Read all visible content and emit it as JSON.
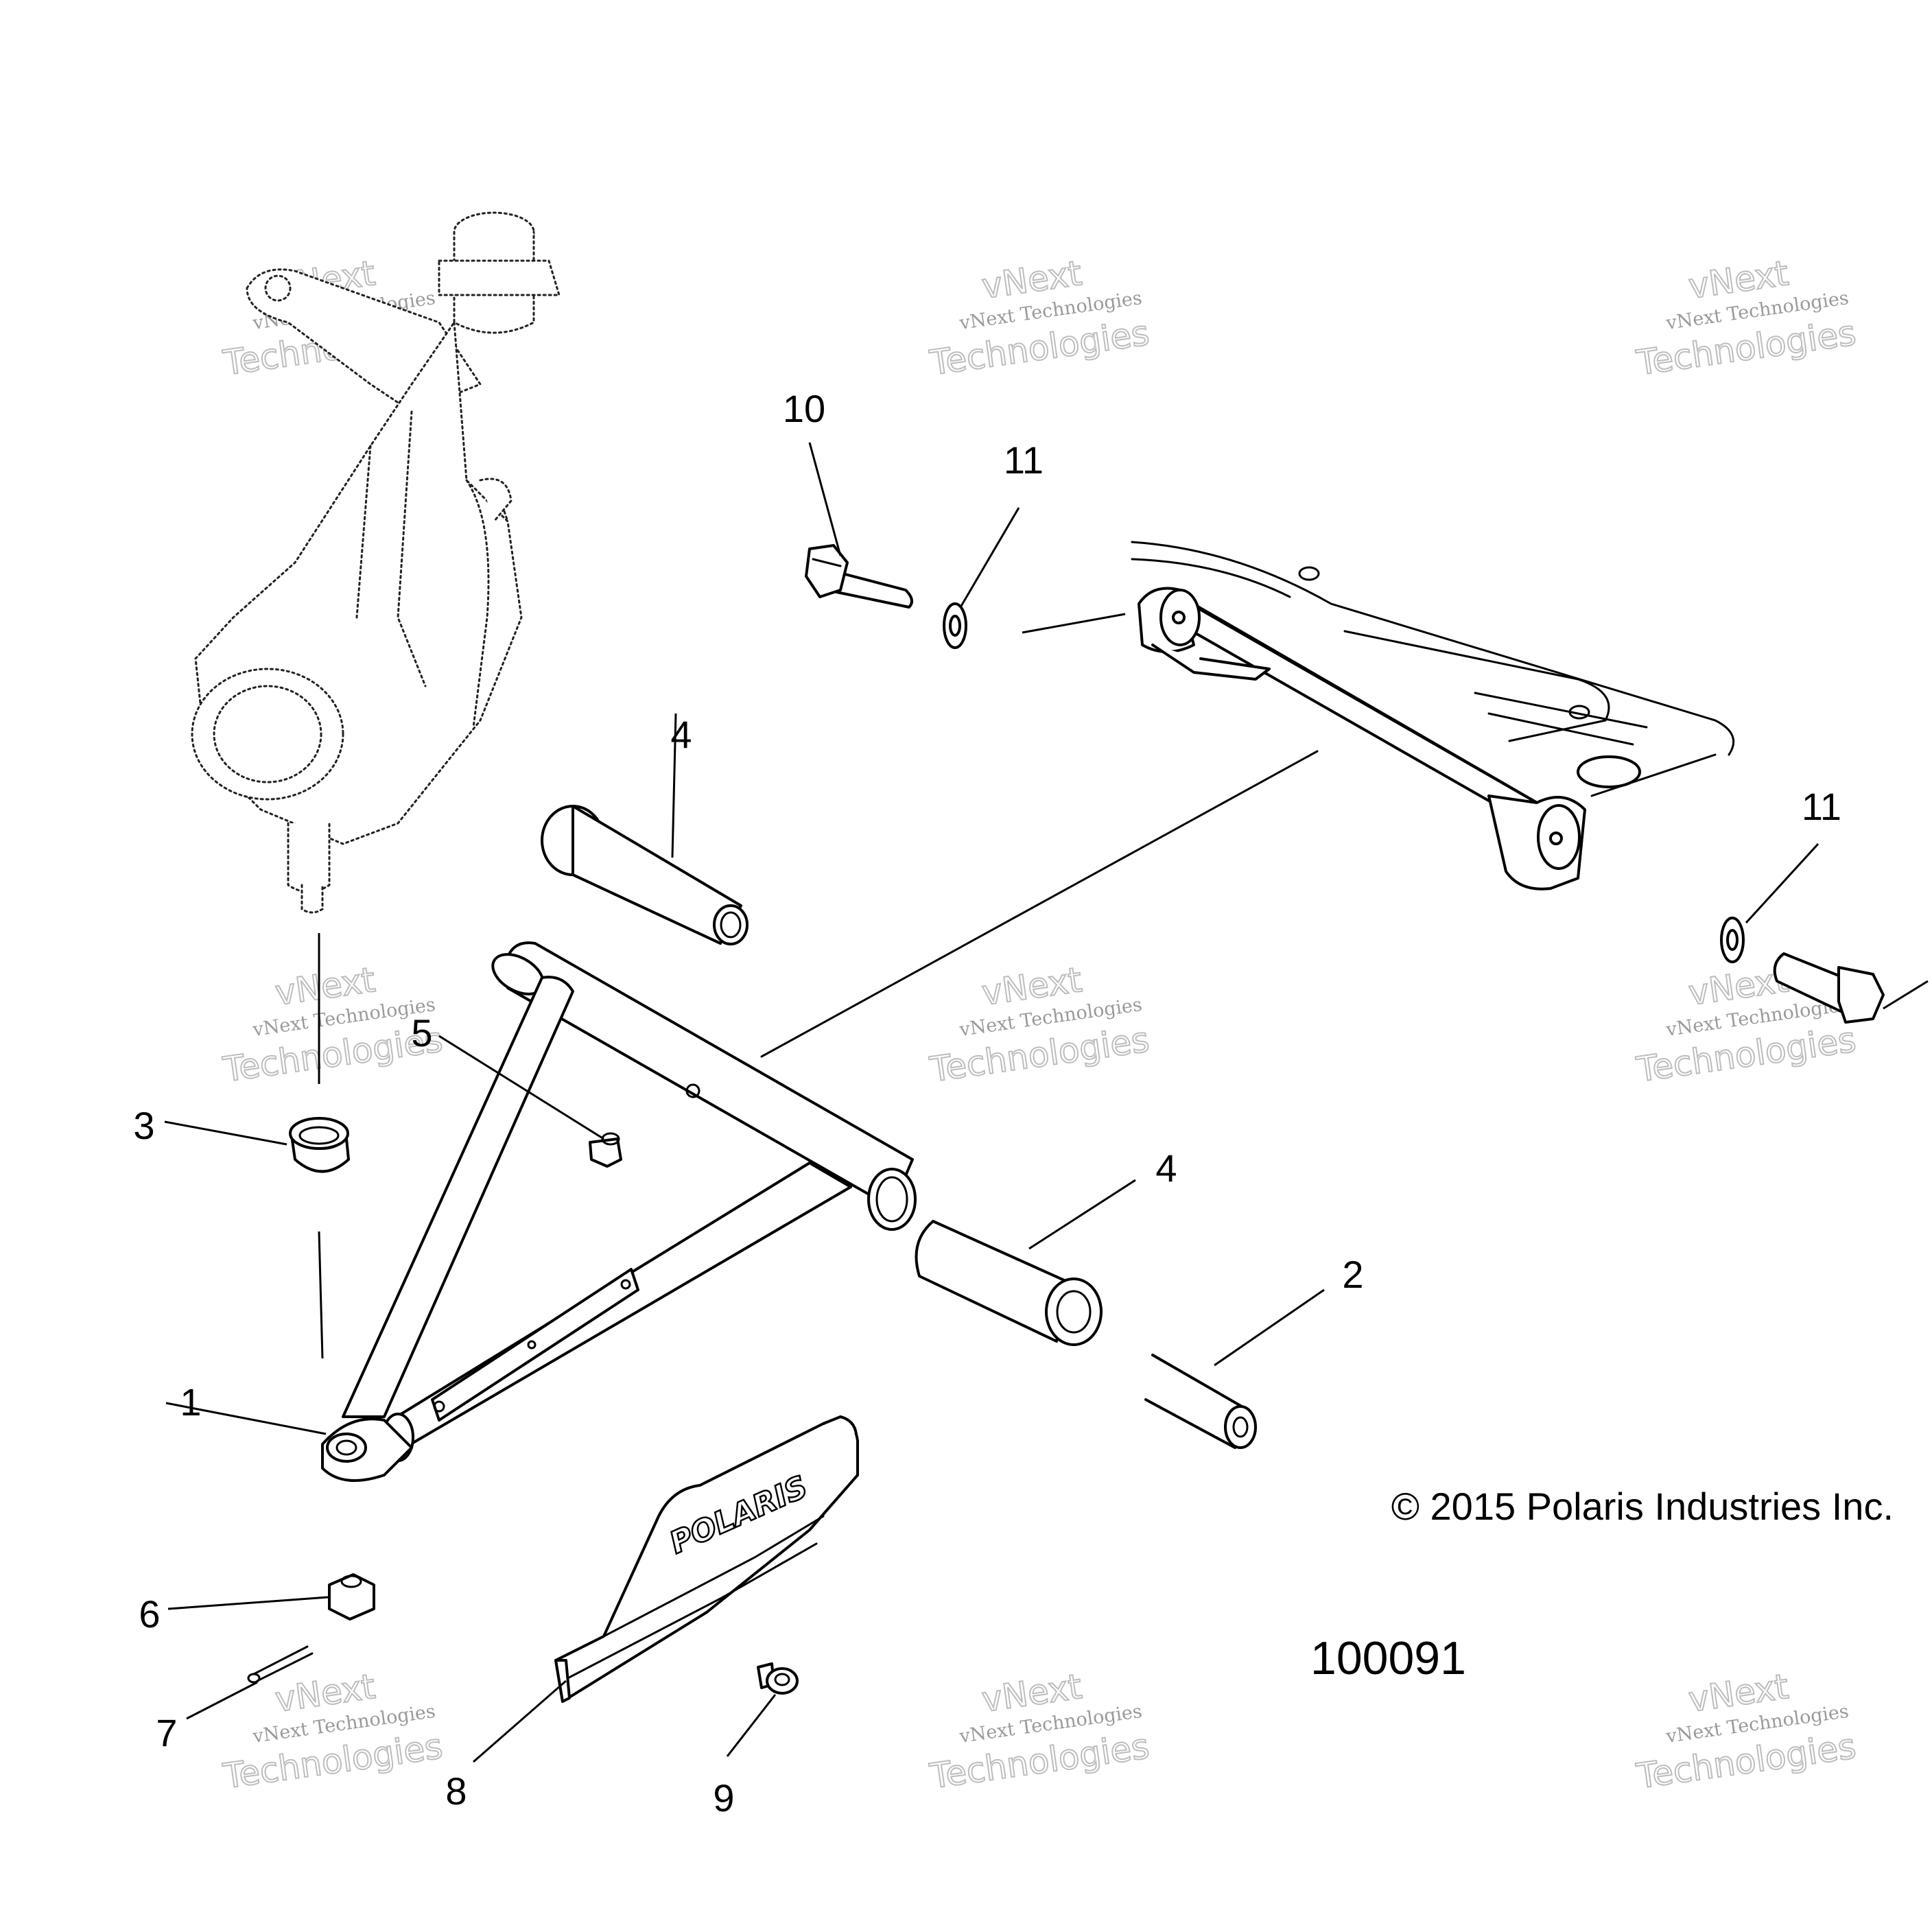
{
  "diagram": {
    "callouts": [
      {
        "id": "1",
        "label": "1"
      },
      {
        "id": "2",
        "label": "2"
      },
      {
        "id": "3",
        "label": "3"
      },
      {
        "id": "4a",
        "label": "4"
      },
      {
        "id": "4b",
        "label": "4"
      },
      {
        "id": "5",
        "label": "5"
      },
      {
        "id": "6",
        "label": "6"
      },
      {
        "id": "7",
        "label": "7"
      },
      {
        "id": "8",
        "label": "8"
      },
      {
        "id": "9",
        "label": "9"
      },
      {
        "id": "10",
        "label": "10"
      },
      {
        "id": "11a",
        "label": "11"
      },
      {
        "id": "11b",
        "label": "11"
      }
    ],
    "copyright": "© 2015 Polaris Industries Inc.",
    "drawing_number": "100091",
    "brand_logo": "POLARIS",
    "watermark": {
      "small_text": "vNext Technologies",
      "outline_text": "Technologies",
      "outline_text_alt": "vNext"
    }
  }
}
